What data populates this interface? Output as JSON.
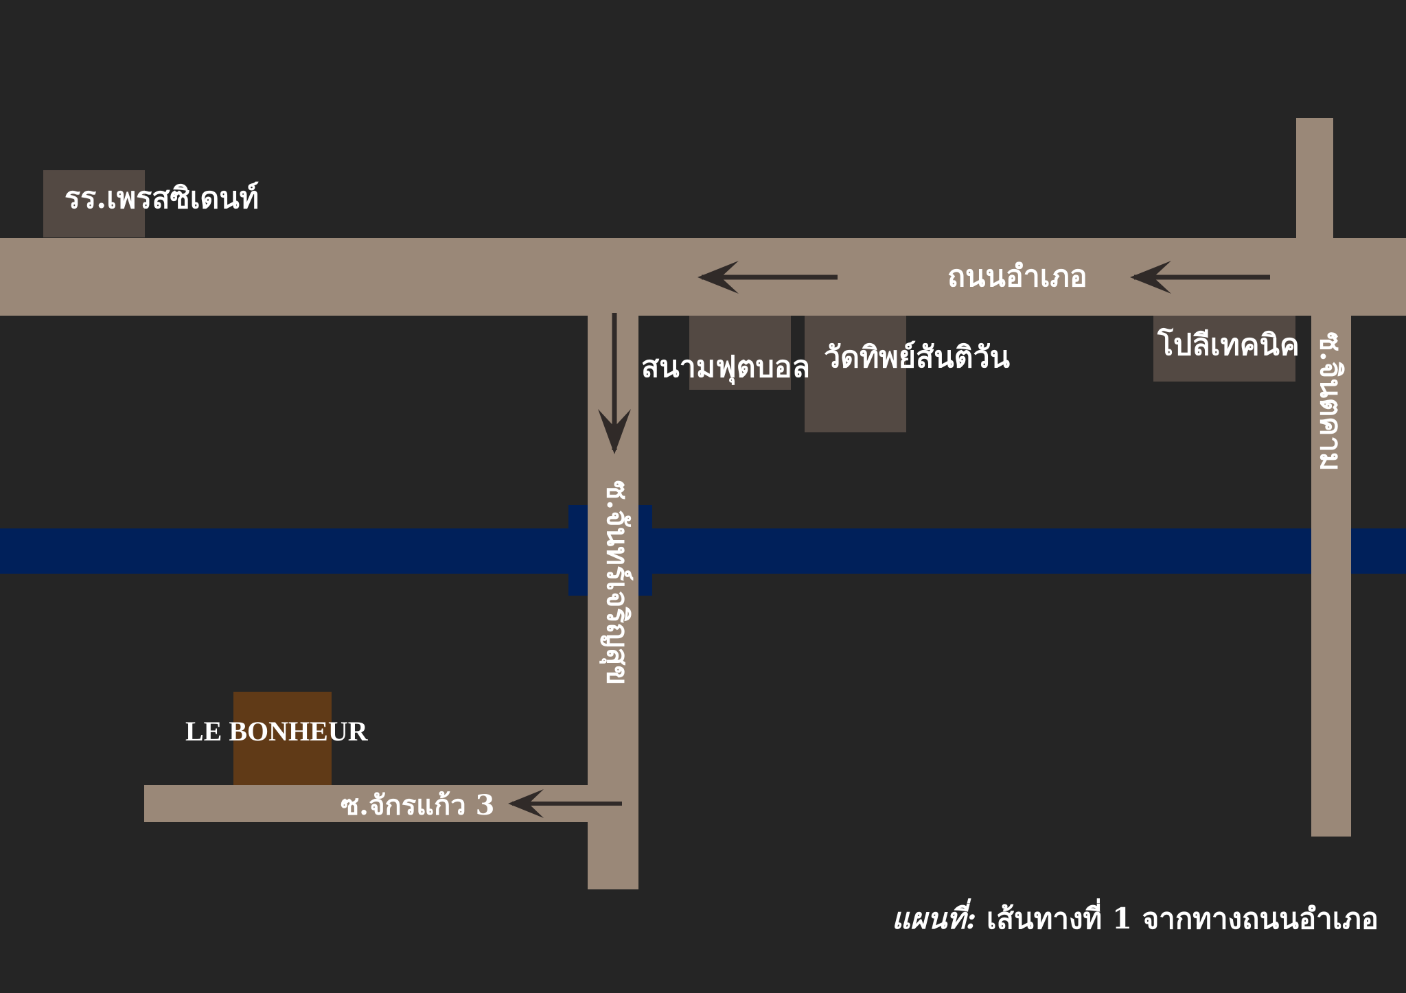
{
  "colors": {
    "background": "#252525",
    "road": "#9a8878",
    "building": "#534943",
    "river": "#00205a",
    "destination": "#603a17",
    "arrow": "#302a28",
    "text": "#ffffff"
  },
  "labels": {
    "school": "รร.เพรสซิเดนท์",
    "main_road": "ถนนอำเภอ",
    "football_field": "สนามฟุตบอล",
    "temple": "วัดทิพย์สันติวัน",
    "polytechnic": "โปลีเทคนิค",
    "soi_jintakam": "ซ.จินตคาม",
    "soi_jancharoensuk": "ซ.จันทร์เจริญสุข",
    "soi_jakkaew": "ซ.จักรแก้ว 3",
    "destination": "LE BONHEUR"
  },
  "caption": {
    "prefix": "แผนที่:",
    "text": " เส้นทางที่ 1 จากทางถนนอำเภอ"
  },
  "icons": [
    "arrow-left-icon",
    "arrow-down-icon"
  ]
}
